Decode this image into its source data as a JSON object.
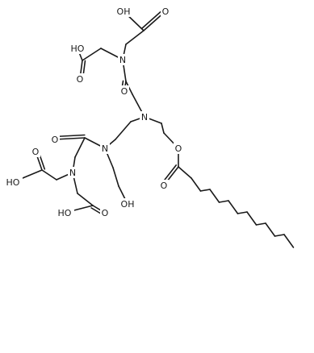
{
  "diagram": {
    "type": "chemical-structure",
    "atoms": [
      {
        "id": "a1",
        "label": "O"
      },
      {
        "id": "a2",
        "label": "OH"
      },
      {
        "id": "a3",
        "label": "HO"
      },
      {
        "id": "a4",
        "label": "O"
      },
      {
        "id": "a5",
        "label": "N"
      },
      {
        "id": "a6",
        "label": "O"
      },
      {
        "id": "a7",
        "label": "N"
      },
      {
        "id": "a8",
        "label": "O"
      },
      {
        "id": "a9",
        "label": "N"
      },
      {
        "id": "a10",
        "label": "O"
      },
      {
        "id": "a11",
        "label": "HO"
      },
      {
        "id": "a12",
        "label": "O"
      },
      {
        "id": "a13",
        "label": "N"
      },
      {
        "id": "a14",
        "label": "OH"
      },
      {
        "id": "a15",
        "label": "O"
      },
      {
        "id": "a16",
        "label": "HO"
      },
      {
        "id": "a17",
        "label": "O"
      }
    ]
  }
}
